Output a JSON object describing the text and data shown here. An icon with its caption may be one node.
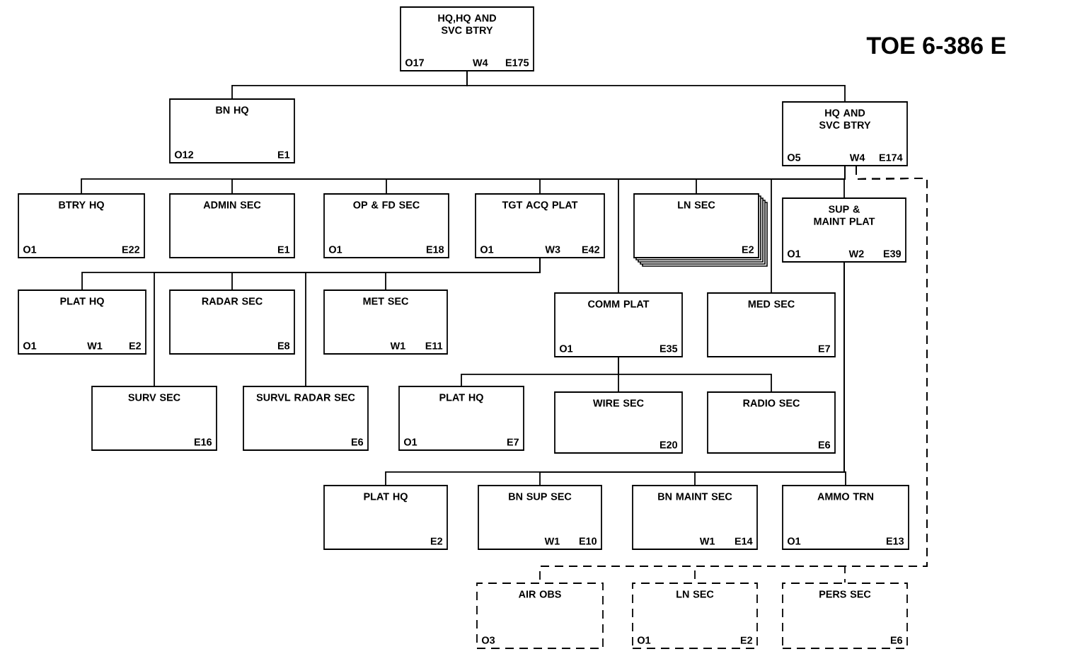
{
  "diagram": {
    "title": "TOE 6-386 E",
    "nodes": [
      {
        "text": [
          "HQ,HQ AND SVC BTRY",
          "O17",
          "W4",
          "E175"
        ]
      },
      {
        "text": [
          "BN HQ",
          "O12",
          "E1"
        ]
      },
      {
        "text": [
          "HQ AND SVC BTRY",
          "O5",
          "W4",
          "E174"
        ]
      },
      {
        "text": [
          "BTRY HQ",
          "O1",
          "E22"
        ]
      },
      {
        "text": [
          "ADMIN SEC",
          "E1"
        ]
      },
      {
        "text": [
          "OP & FD SEC",
          "O1",
          "E18"
        ]
      },
      {
        "text": [
          "TGT ACQ PLAT",
          "O1",
          "W3",
          "E42"
        ]
      },
      {
        "text": [
          "LN SEC",
          "E2"
        ]
      },
      {
        "text": [
          "SUP & MAINT PLAT",
          "O1",
          "W2",
          "E39"
        ]
      },
      {
        "text": [
          "PLAT HQ",
          "O1",
          "W1",
          "E2"
        ]
      },
      {
        "text": [
          "RADAR SEC",
          "E8"
        ]
      },
      {
        "text": [
          "MET SEC",
          "W1",
          "E11"
        ]
      },
      {
        "text": [
          "COMM PLAT",
          "O1",
          "E35"
        ]
      },
      {
        "text": [
          "MED SEC",
          "E7"
        ]
      },
      {
        "text": [
          "SURV SEC",
          "E16"
        ]
      },
      {
        "text": [
          "SURVL RADAR SEC",
          "E6"
        ]
      },
      {
        "text": [
          "PLAT HQ",
          "O1",
          "E7"
        ]
      },
      {
        "text": [
          "WIRE SEC",
          "E20"
        ]
      },
      {
        "text": [
          "RADIO SEC",
          "E6"
        ]
      },
      {
        "text": [
          "PLAT HQ",
          "E2"
        ]
      },
      {
        "text": [
          "BN SUP SEC",
          "W1",
          "E10"
        ]
      },
      {
        "text": [
          "BN MAINT SEC",
          "W1",
          "E14"
        ]
      },
      {
        "text": [
          "AMMO TRN",
          "O1",
          "E13"
        ]
      },
      {
        "text": [
          "AIR OBS",
          "O3"
        ]
      },
      {
        "text": [
          "LN SEC",
          "O1",
          "E2"
        ]
      },
      {
        "text": [
          "PERS SEC",
          "E6"
        ]
      }
    ],
    "edges": [
      {
        "from": 0,
        "to": 1,
        "arrow": "none"
      },
      {
        "from": 0,
        "to": 2,
        "arrow": "none"
      },
      {
        "from": 2,
        "to": 3,
        "arrow": "none"
      },
      {
        "from": 2,
        "to": 4,
        "arrow": "none"
      },
      {
        "from": 2,
        "to": 5,
        "arrow": "none"
      },
      {
        "from": 2,
        "to": 6,
        "arrow": "none"
      },
      {
        "from": 2,
        "to": 7,
        "arrow": "none"
      },
      {
        "from": 2,
        "to": 12,
        "arrow": "none"
      },
      {
        "from": 2,
        "to": 13,
        "arrow": "none"
      },
      {
        "from": 2,
        "to": 8,
        "arrow": "none"
      },
      {
        "from": 6,
        "to": 9,
        "arrow": "none"
      },
      {
        "from": 6,
        "to": 10,
        "arrow": "none"
      },
      {
        "from": 6,
        "to": 11,
        "arrow": "none"
      },
      {
        "from": 6,
        "to": 14,
        "arrow": "none"
      },
      {
        "from": 6,
        "to": 15,
        "arrow": "none"
      },
      {
        "from": 12,
        "to": 16,
        "arrow": "none"
      },
      {
        "from": 12,
        "to": 17,
        "arrow": "none"
      },
      {
        "from": 12,
        "to": 18,
        "arrow": "none"
      },
      {
        "from": 8,
        "to": 19,
        "arrow": "none"
      },
      {
        "from": 8,
        "to": 20,
        "arrow": "none"
      },
      {
        "from": 8,
        "to": 21,
        "arrow": "none"
      },
      {
        "from": 8,
        "to": 22,
        "arrow": "none"
      },
      {
        "from": 2,
        "to": 23,
        "arrow": "none",
        "style": "dashed"
      },
      {
        "from": 2,
        "to": 24,
        "arrow": "none",
        "style": "dashed"
      },
      {
        "from": 2,
        "to": 25,
        "arrow": "none",
        "style": "dashed"
      }
    ]
  }
}
